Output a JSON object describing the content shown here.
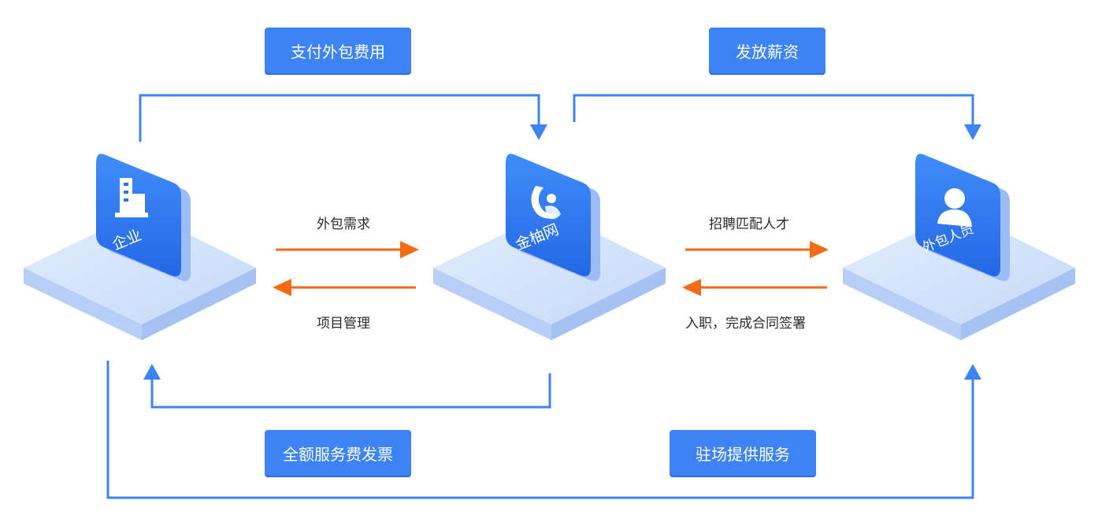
{
  "nodes": {
    "enterprise": {
      "label": "企业",
      "icon": "building-icon"
    },
    "platform": {
      "label": "金柚网",
      "icon": "platform-logo-icon"
    },
    "staff": {
      "label": "外包人员",
      "icon": "person-icon"
    }
  },
  "flows": {
    "pay_fee": "支付外包费用",
    "pay_salary": "发放薪资",
    "outsourcing_demand": "外包需求",
    "project_management": "项目管理",
    "recruit_match": "招聘匹配人才",
    "onboard_contract": "入职，完成合同签署",
    "invoice": "全额服务费发票",
    "onsite_service": "驻场提供服务"
  },
  "colors": {
    "blue": "#3d83f6",
    "orange": "#f46a16",
    "platform_top": "#cfe0fb",
    "platform_side": "#a9c6f5"
  }
}
